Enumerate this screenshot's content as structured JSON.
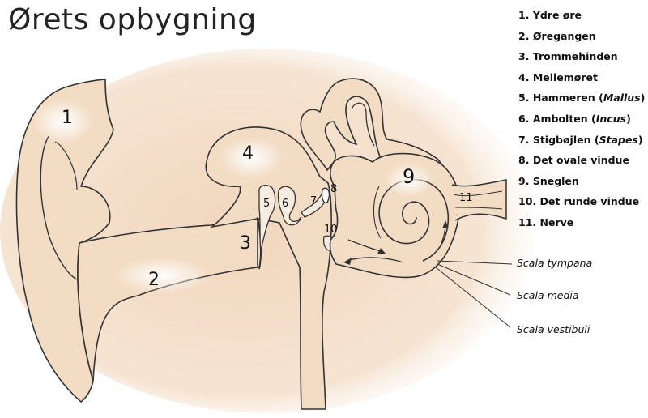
{
  "title": "Ørets opbygning",
  "diagram_numbers": [
    "1",
    "2",
    "3",
    "4",
    "5",
    "6",
    "7",
    "8",
    "9",
    "10",
    "11"
  ],
  "legend": [
    {
      "num": "1.",
      "text": "Ydre øre",
      "latin": ""
    },
    {
      "num": "2.",
      "text": "Øregangen",
      "latin": ""
    },
    {
      "num": "3.",
      "text": "Trommehinden",
      "latin": ""
    },
    {
      "num": "4.",
      "text": "Mellemøret",
      "latin": ""
    },
    {
      "num": "5.",
      "text": "Hammeren",
      "latin": "Mallus"
    },
    {
      "num": "6.",
      "text": "Ambolten",
      "latin": "Incus"
    },
    {
      "num": "7.",
      "text": "Stigbøjlen",
      "latin": "Stapes"
    },
    {
      "num": "8.",
      "text": "Det ovale vindue",
      "latin": ""
    },
    {
      "num": "9.",
      "text": "Sneglen",
      "latin": ""
    },
    {
      "num": "10.",
      "text": "Det runde vindue",
      "latin": ""
    },
    {
      "num": "11.",
      "text": "Nerve",
      "latin": ""
    }
  ],
  "scala": [
    "Scala tympana",
    "Scala media",
    "Scala vestibuli"
  ],
  "colors": {
    "skin": "#f3dcc4",
    "highlight": "#ffffff",
    "outline": "#333333",
    "text": "#111111"
  }
}
